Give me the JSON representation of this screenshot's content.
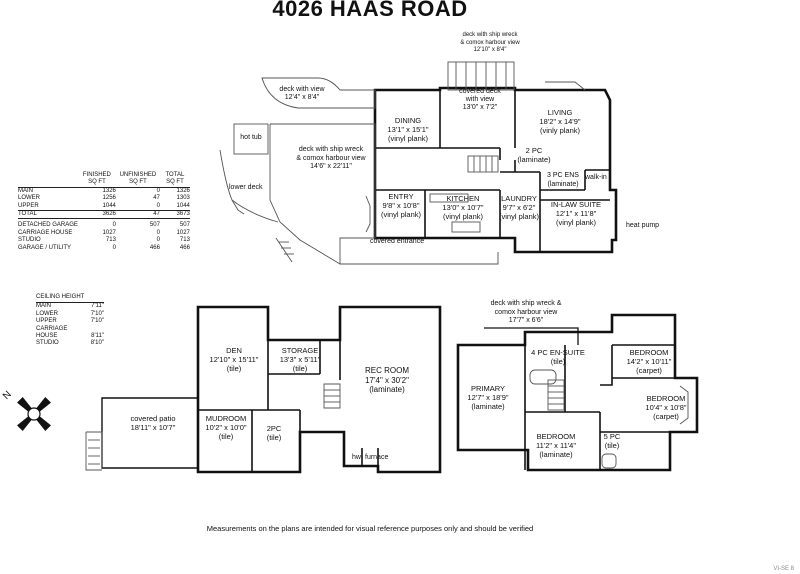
{
  "title": "4026 HAAS ROAD",
  "rooms": {
    "deck_top": {
      "name": "deck with ship wreck\n& comox harbour view",
      "dim": "12'10\" x 8'4\""
    },
    "deck_view": {
      "name": "deck with view",
      "dim": "12'4\" x 8'4\""
    },
    "covered_deck": {
      "name": "covered deck\nwith view",
      "dim": "13'0\" x 7'2\""
    },
    "living": {
      "name": "LIVING",
      "dim": "18'2\" x 14'9\"",
      "floor": "(vinly plank)"
    },
    "dining": {
      "name": "DINING",
      "dim": "13'1\" x 15'1\"",
      "floor": "(vinyl plank)"
    },
    "hot_tub": {
      "name": "hot tub"
    },
    "deck_main": {
      "name": "deck with ship wreck\n& comox harbour view",
      "dim": "14'6\" x 22'11\""
    },
    "pc2_main": {
      "name": "2 PC",
      "floor": "(laminate)"
    },
    "pc3_ens": {
      "name": "3 PC ENS",
      "floor": "(laminate)"
    },
    "walk_in": {
      "name": "walk-in"
    },
    "lower_deck": {
      "name": "lower deck"
    },
    "entry": {
      "name": "ENTRY",
      "dim": "9'8\" x 10'8\"",
      "floor": "(vinyl plank)"
    },
    "kitchen": {
      "name": "KITCHEN",
      "dim": "13'0\" x 10'7\"",
      "floor": "(vinyl plank)"
    },
    "laundry": {
      "name": "LAUNDRY",
      "dim": "9'7\" x 6'2\"",
      "floor": "(vinyl plank)"
    },
    "inlaw": {
      "name": "IN-LAW SUITE",
      "dim": "12'1\" x 11'8\"",
      "floor": "(vinyl plank)"
    },
    "heat_pump": {
      "name": "heat pump"
    },
    "covered_entrance": {
      "name": "covered entrance"
    },
    "den": {
      "name": "DEN",
      "dim": "12'10\" x 15'11\"",
      "floor": "(tile)"
    },
    "storage": {
      "name": "STORAGE",
      "dim": "13'3\" x 5'11\"",
      "floor": "(tile)"
    },
    "rec_room": {
      "name": "REC ROOM",
      "dim": "17'4\" x 30'2\"",
      "floor": "(laminate)"
    },
    "covered_patio": {
      "name": "covered patio",
      "dim": "18'11\" x 10'7\""
    },
    "mudroom": {
      "name": "MUDROOM",
      "dim": "10'2\" x 10'0\"",
      "floor": "(tile)"
    },
    "pc2_lower": {
      "name": "2PC",
      "floor": "(tile)"
    },
    "hw": {
      "name": "hw"
    },
    "furnace": {
      "name": "furnace"
    },
    "deck_upper": {
      "name": "deck with ship wreck &\ncomox harbour view",
      "dim": "17'7\" x 6'6\""
    },
    "pc4_ens": {
      "name": "4 PC EN-SUITE",
      "floor": "(tile)"
    },
    "bedroom_a": {
      "name": "BEDROOM",
      "dim": "14'2\" x 10'11\"",
      "floor": "(carpet)"
    },
    "primary": {
      "name": "PRIMARY",
      "dim": "12'7\" x 18'9\"",
      "floor": "(laminate)"
    },
    "bedroom_b": {
      "name": "BEDROOM",
      "dim": "10'4\" x 10'8\"",
      "floor": "(carpet)"
    },
    "bedroom_c": {
      "name": "BEDROOM",
      "dim": "11'2\" x 11'4\"",
      "floor": "(laminate)"
    },
    "pc5": {
      "name": "5 PC",
      "floor": "(tile)"
    }
  },
  "area_table": {
    "headers": [
      [
        "FINISHED",
        "SQ FT"
      ],
      [
        "UNFINISHED",
        "SQ FT"
      ],
      [
        "TOTAL",
        "SQ FT"
      ]
    ],
    "rows": [
      {
        "label": "MAIN",
        "finished": "1326",
        "unfinished": "0",
        "total": "1326"
      },
      {
        "label": "LOWER",
        "finished": "1256",
        "unfinished": "47",
        "total": "1303"
      },
      {
        "label": "UPPER",
        "finished": "1044",
        "unfinished": "0",
        "total": "1044"
      },
      {
        "label": "TOTAL",
        "finished": "3626",
        "unfinished": "47",
        "total": "3673"
      }
    ],
    "extra_rows": [
      {
        "label": "DETACHED GARAGE",
        "finished": "0",
        "unfinished": "507",
        "total": "507"
      },
      {
        "label": "CARRIAGE HOUSE",
        "finished": "1027",
        "unfinished": "0",
        "total": "1027"
      },
      {
        "label": "STUDIO",
        "finished": "713",
        "unfinished": "0",
        "total": "713"
      },
      {
        "label": "GARAGE / UTILITY",
        "finished": "0",
        "unfinished": "466",
        "total": "466"
      }
    ]
  },
  "ceiling_table": {
    "title": "CEILING HEIGHT",
    "rows": [
      {
        "label": "MAIN",
        "value": "7'11\""
      },
      {
        "label": "LOWER",
        "value": "7'10\""
      },
      {
        "label": "UPPER",
        "value": "7'10\""
      },
      {
        "label": "CARRIAGE\nHOUSE",
        "value": "8'11\""
      },
      {
        "label": "STUDIO",
        "value": "8'10\""
      }
    ]
  },
  "compass": {
    "label": "N"
  },
  "disclaimer": "Measurements on the plans are intended for visual reference purposes only and should be verified",
  "watermark": "VI-SE 8"
}
